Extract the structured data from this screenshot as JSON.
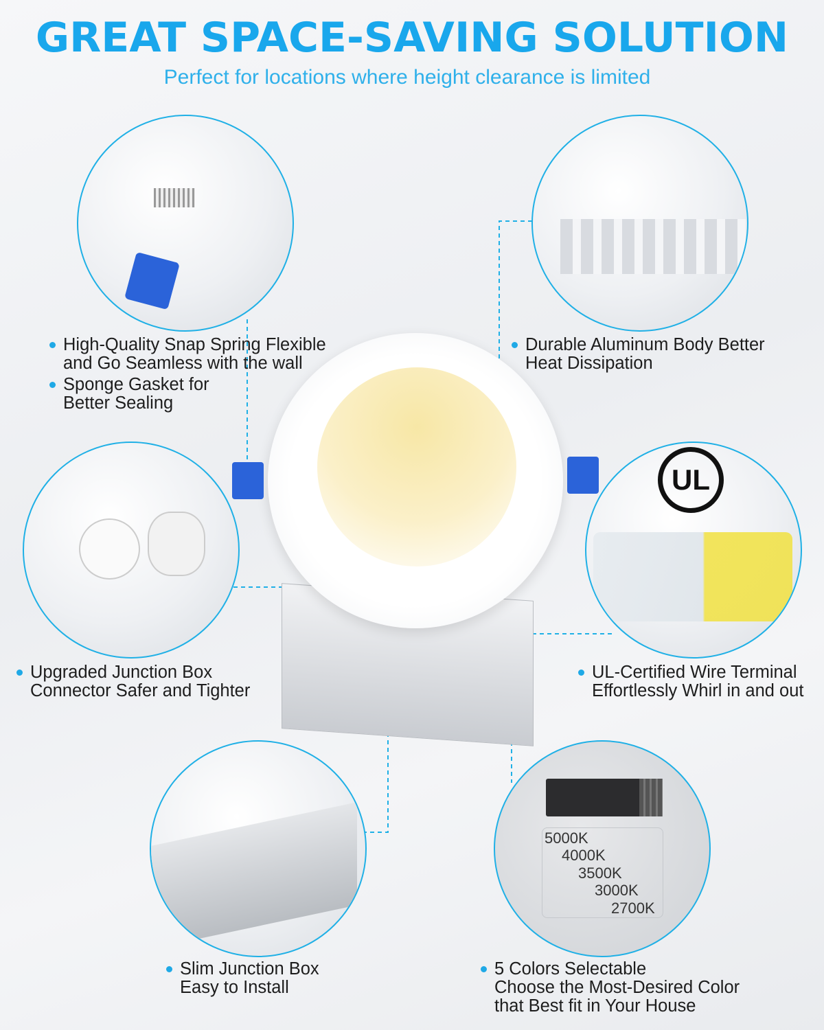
{
  "header": {
    "title": "GREAT SPACE-SAVING SOLUTION",
    "subtitle": "Perfect for locations where height clearance is limited"
  },
  "callouts": {
    "snap_spring": {
      "items": [
        [
          "High-Quality Snap Spring Flexible",
          "and Go Seamless with the wall"
        ],
        [
          "Sponge Gasket for",
          "Better Sealing"
        ]
      ]
    },
    "aluminum": {
      "items": [
        [
          "Durable Aluminum Body Better",
          "Heat Dissipation"
        ]
      ]
    },
    "junction_connector": {
      "items": [
        [
          "Upgraded Junction Box",
          "Connector Safer and Tighter"
        ]
      ]
    },
    "ul_terminal": {
      "items": [
        [
          "UL-Certified Wire Terminal",
          "Effortlessly Whirl in and out"
        ]
      ]
    },
    "slim_box": {
      "items": [
        [
          "Slim Junction Box",
          "Easy to Install"
        ]
      ]
    },
    "colors": {
      "items": [
        [
          "5 Colors Selectable",
          "Choose the Most-Desired Color",
          "that Best fit in Your House"
        ]
      ]
    }
  },
  "cct_switch": {
    "options": [
      "5000K",
      "4000K",
      "3500K",
      "3000K",
      "2700K"
    ]
  },
  "ul_logo": "UL",
  "colors": {
    "accent": "#1fb0e6",
    "title": "#19a7ec",
    "clip_blue": "#2b63d9",
    "terminal_yellow": "#f1e24a"
  }
}
